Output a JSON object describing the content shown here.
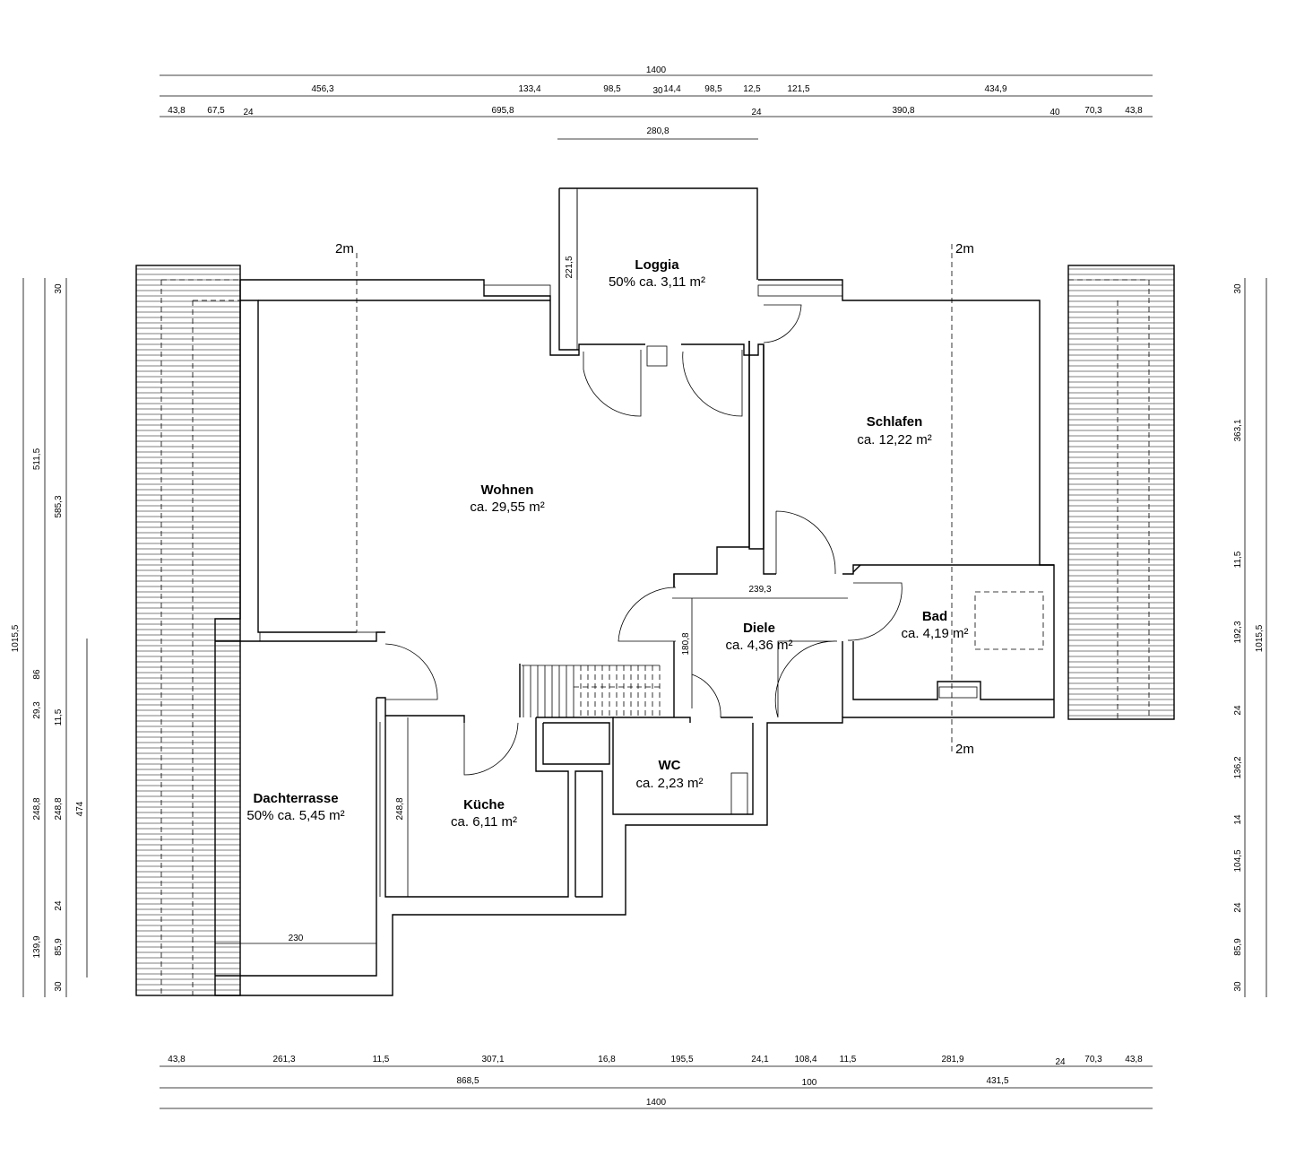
{
  "rooms": {
    "loggia": {
      "name": "Loggia",
      "area": "50% ca. 3,11 m²"
    },
    "wohnen": {
      "name": "Wohnen",
      "area": "ca. 29,55 m²"
    },
    "schlafen": {
      "name": "Schlafen",
      "area": "ca. 12,22 m²"
    },
    "diele": {
      "name": "Diele",
      "area": "ca. 4,36 m²"
    },
    "bad": {
      "name": "Bad",
      "area": "ca. 4,19 m²"
    },
    "wc": {
      "name": "WC",
      "area": "ca. 2,23 m²"
    },
    "kueche": {
      "name": "Küche",
      "area": "ca. 6,11 m²"
    },
    "dachterrasse": {
      "name": "Dachterrasse",
      "area": "50% ca. 5,45 m²"
    }
  },
  "height_marks": {
    "label": "2m"
  },
  "dimensions": {
    "top_total": "1400",
    "top_row2": [
      "456,3",
      "133,4",
      "98,5",
      "30",
      "14,4",
      "98,5",
      "12,5",
      "121,5",
      "434,9"
    ],
    "top_row3": [
      "43,8",
      "67,5",
      "24",
      "695,8",
      "24",
      "390,8",
      "40",
      "70,3",
      "43,8"
    ],
    "top_row4": "280,8",
    "bottom_row1": [
      "43,8",
      "261,3",
      "11,5",
      "307,1",
      "16,8",
      "195,5",
      "24,1",
      "108,4",
      "11,5",
      "281,9",
      "24",
      "70,3",
      "43,8"
    ],
    "bottom_row2": [
      "868,5",
      "100",
      "431,5"
    ],
    "bottom_total": "1400",
    "left_outer": "1015,5",
    "left_col2": [
      "511,5",
      "86",
      "29,3",
      "248,8",
      "139,9"
    ],
    "left_col3": [
      "30",
      "585,3",
      "11,5",
      "248,8",
      "24",
      "85,9",
      "30"
    ],
    "left_col4": "474",
    "right_col1": [
      "30",
      "363,1",
      "11,5",
      "192,3",
      "24",
      "136,2",
      "14",
      "104,5",
      "24",
      "85,9",
      "30"
    ],
    "right_outer": "1015,5",
    "interior": {
      "loggia": "221,5",
      "diele_w": "239,3",
      "diele_h": "180,8",
      "kueche": "248,8",
      "terrasse": "230"
    }
  }
}
